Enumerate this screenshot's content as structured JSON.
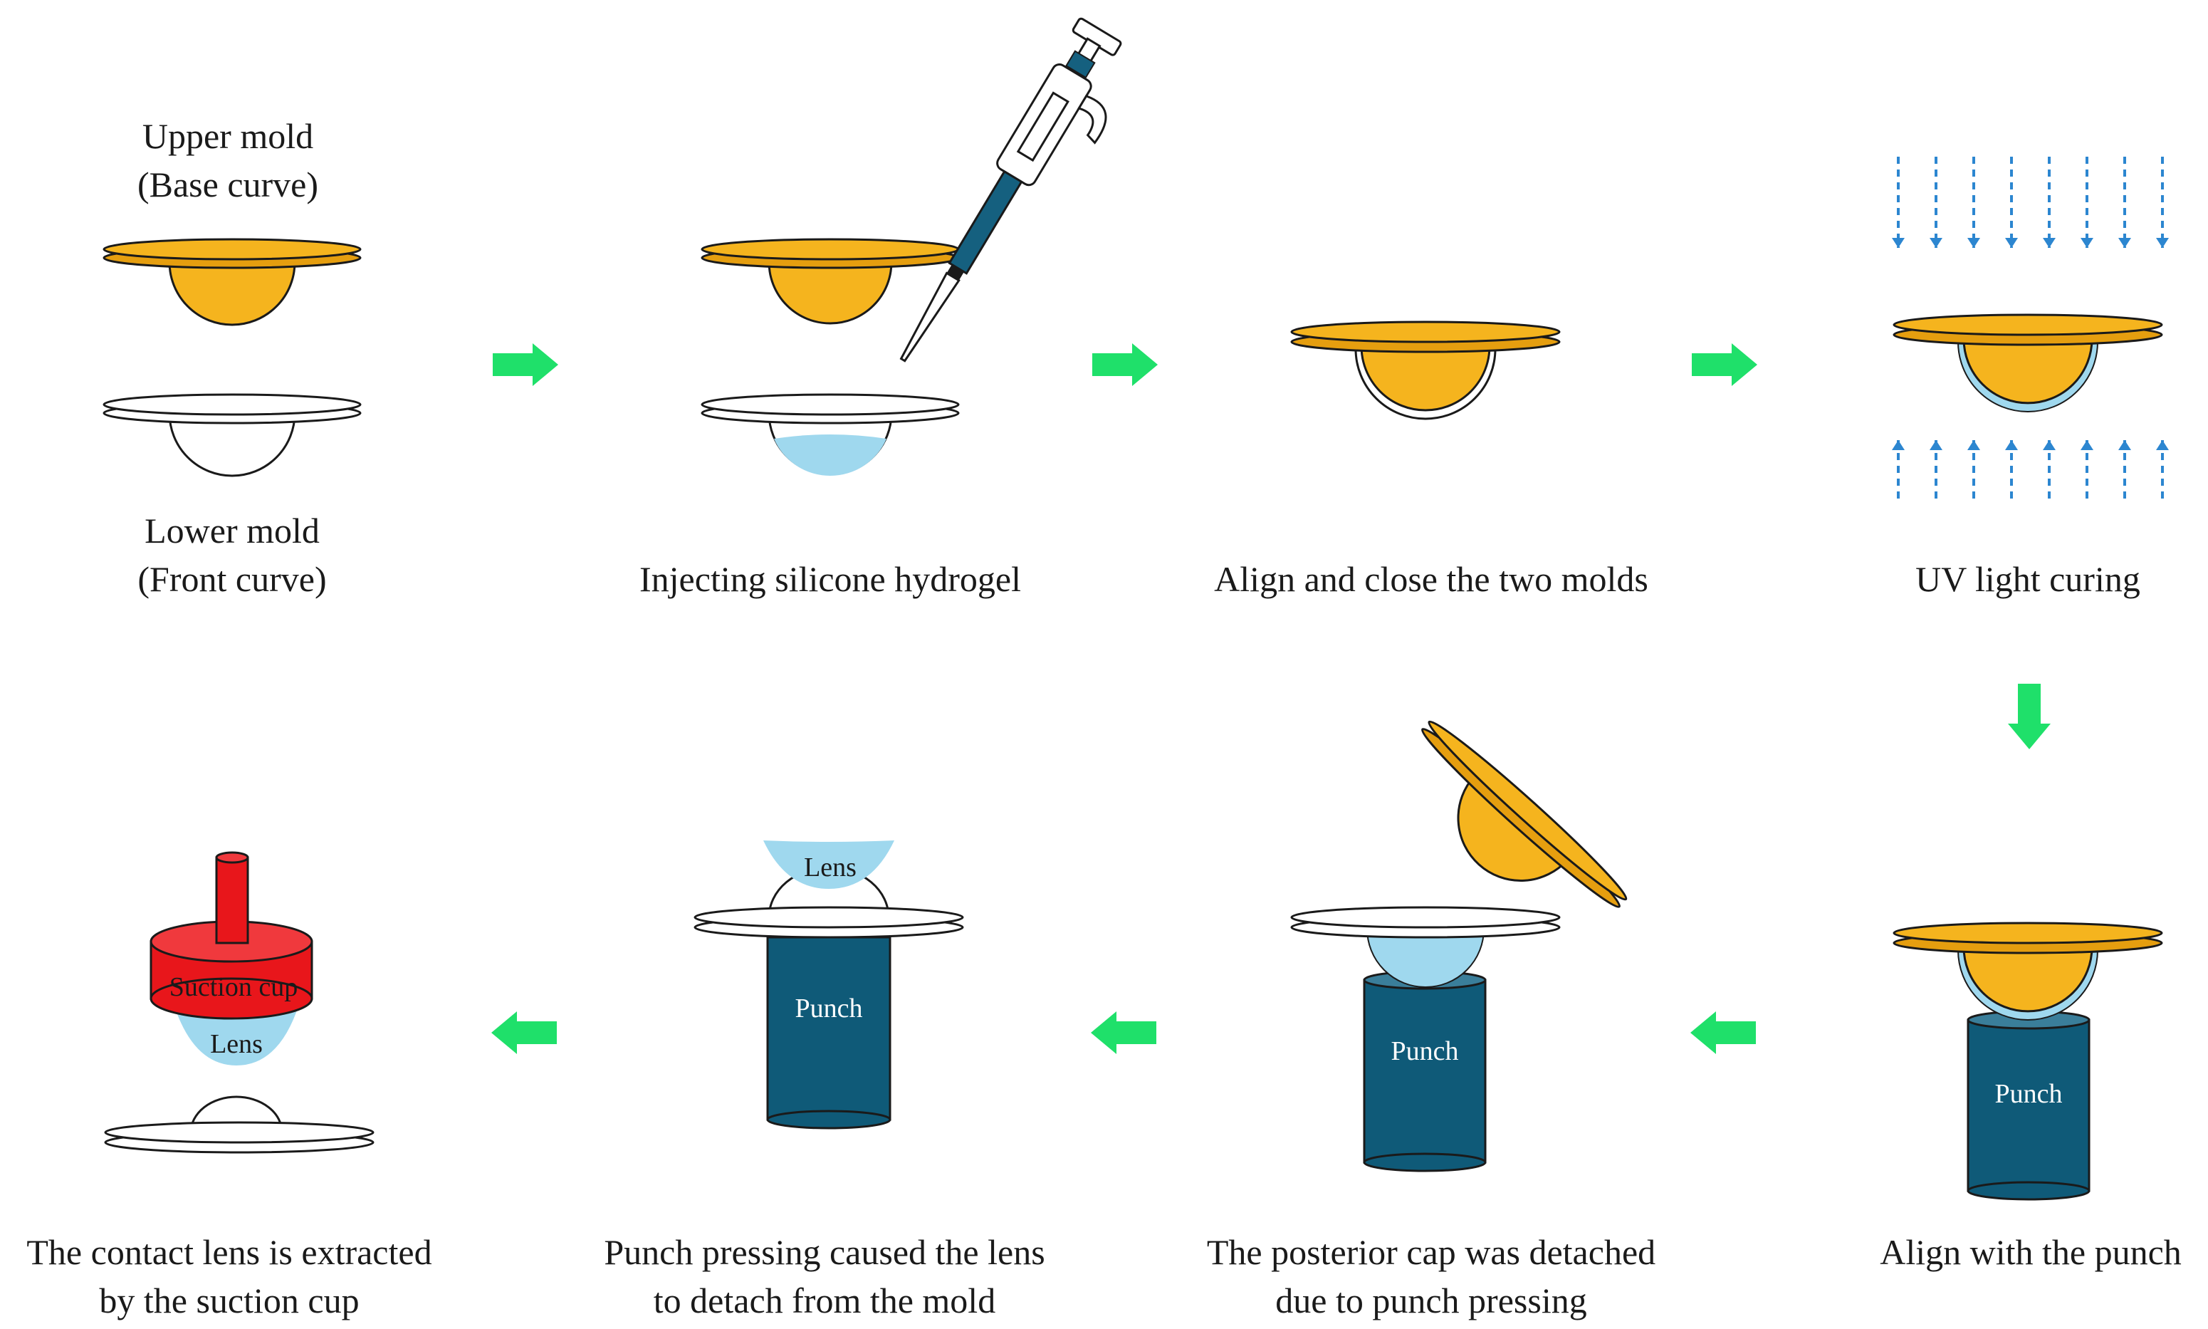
{
  "colors": {
    "mold_upper": "#F5B41E",
    "mold_lower": "#FFFFFF",
    "outline": "#1A1A1A",
    "hydrogel": "#9FD8EE",
    "punch": "#0F5A78",
    "punch_text": "#FFFFFF",
    "suction_cup": "#E8161B",
    "arrow": "#1FE06A",
    "uv_light": "#2C86D0",
    "pipette_blue": "#15607F"
  },
  "steps": [
    {
      "id": 1,
      "caption": [
        "Upper mold",
        "(Base curve)"
      ],
      "caption_bottom": [
        "Lower mold",
        "(Front curve)"
      ]
    },
    {
      "id": 2,
      "caption": [
        "Injecting silicone hydrogel"
      ]
    },
    {
      "id": 3,
      "caption": [
        "Align and close the two molds"
      ]
    },
    {
      "id": 4,
      "caption": [
        "UV light curing"
      ]
    },
    {
      "id": 5,
      "caption": [
        "Align with the punch"
      ],
      "part_label": "Punch"
    },
    {
      "id": 6,
      "caption": [
        "The posterior cap was detached",
        "due to punch pressing"
      ],
      "part_label": "Punch"
    },
    {
      "id": 7,
      "caption": [
        "Punch pressing caused the lens",
        "to detach from the mold"
      ],
      "part_label": "Punch",
      "lens_label": "Lens"
    },
    {
      "id": 8,
      "caption": [
        "The contact lens is extracted",
        "by the suction cup"
      ],
      "cup_label": "Suction cup",
      "lens_label": "Lens"
    }
  ]
}
